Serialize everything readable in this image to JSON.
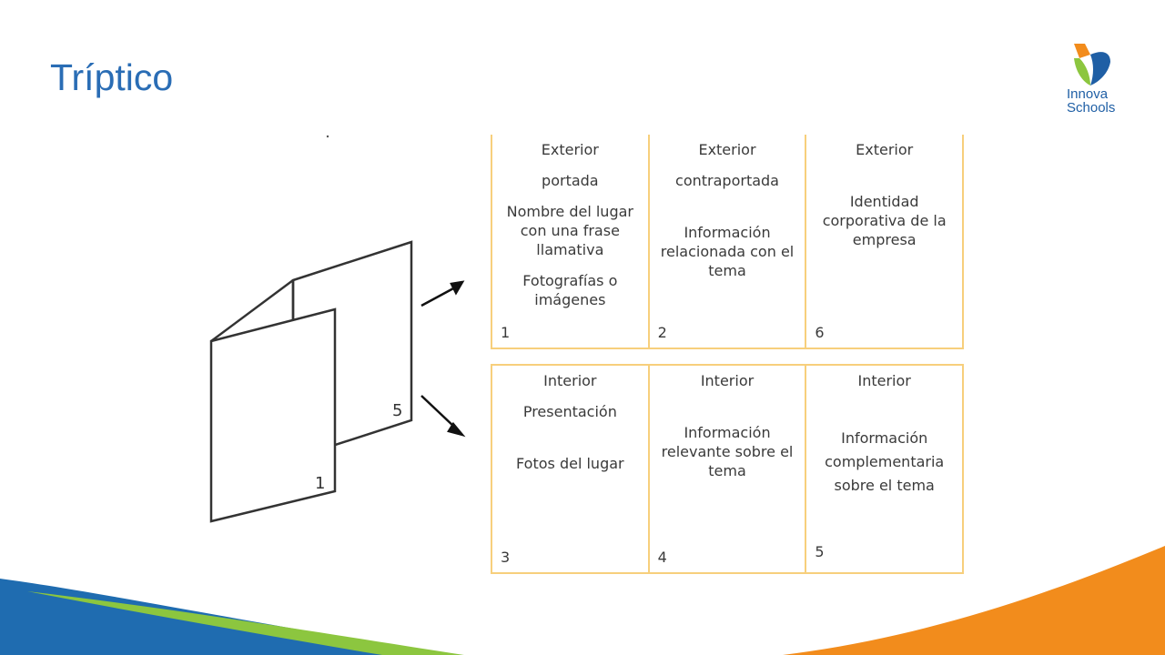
{
  "slide": {
    "title": "Tríptico"
  },
  "logo": {
    "line1": "Innova",
    "line2": "Schools"
  },
  "drawing": {
    "label_back": "5",
    "label_front": "1"
  },
  "exterior": [
    {
      "number": "1",
      "lines": [
        "Exterior",
        "portada",
        "Nombre del lugar con una frase llamativa",
        "Fotografías o imágenes"
      ]
    },
    {
      "number": "2",
      "lines": [
        "Exterior",
        "contraportada",
        "Información relacionada con el tema"
      ]
    },
    {
      "number": "6",
      "lines": [
        "Exterior",
        "Identidad corporativa de la empresa"
      ]
    }
  ],
  "interior": [
    {
      "number": "3",
      "lines": [
        "Interior",
        "Presentación",
        "Fotos del lugar"
      ]
    },
    {
      "number": "4",
      "lines": [
        "Interior",
        "Información relevante sobre el tema"
      ]
    },
    {
      "number": "5",
      "lines": [
        "Interior",
        "Información complementaria sobre el tema"
      ]
    }
  ],
  "colors": {
    "title": "#2a6db5",
    "panel_border": "#f7cf7c",
    "wave_blue": "#1f6cb0",
    "wave_green": "#8cc63f",
    "wave_orange": "#f28c1c"
  }
}
